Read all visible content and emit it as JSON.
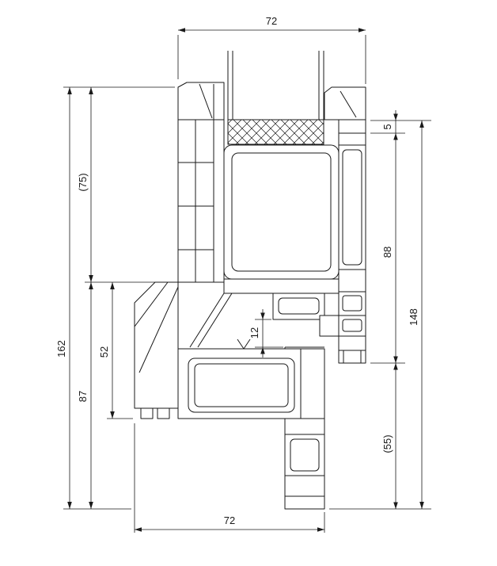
{
  "drawing": {
    "type": "window-profile-cross-section",
    "background": "#ffffff",
    "line_color": "#1a1a1a",
    "dims": {
      "top_width": "72",
      "bottom_width": "72",
      "left_total": "162",
      "left_upper": "(75)",
      "left_mid": "52",
      "left_lower": "87",
      "right_step": "5",
      "right_mid": "88",
      "right_total": "148",
      "right_lower": "(55)",
      "inner_gap": "12"
    }
  }
}
